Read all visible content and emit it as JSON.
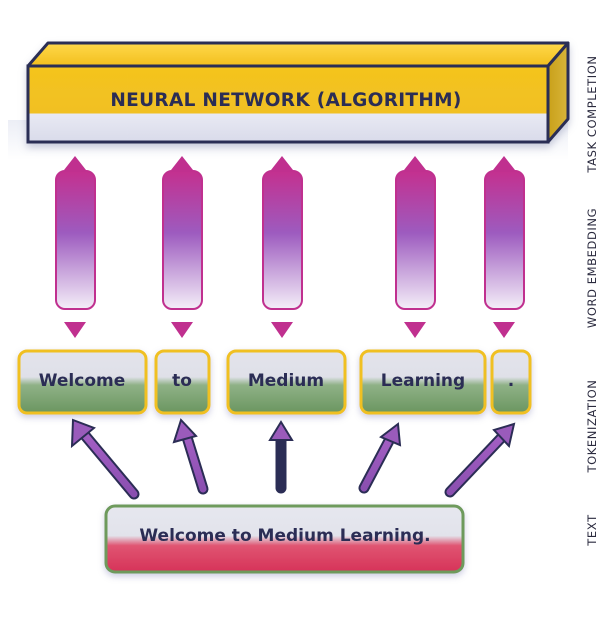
{
  "diagram": {
    "title": "NEURAL NETWORK (ALGORITHM)",
    "input_text": "Welcome to Medium Learning.",
    "tokens": [
      "Welcome",
      "to",
      "Medium",
      "Learning",
      "."
    ],
    "layers": {
      "task_completion": "TASK COMPLETION",
      "word_embedding": "WORD EMBEDDING",
      "tokenization": "TOKENIZATION",
      "text": "TEXT"
    }
  },
  "colors": {
    "navy": "#2b2d55",
    "yellow": "#f3c21f",
    "token_green": "#6e9a64",
    "text_red": "#d93a5e",
    "magenta": "#c0308f",
    "purple": "#9156b5",
    "outline_green": "#6e9a5c"
  }
}
